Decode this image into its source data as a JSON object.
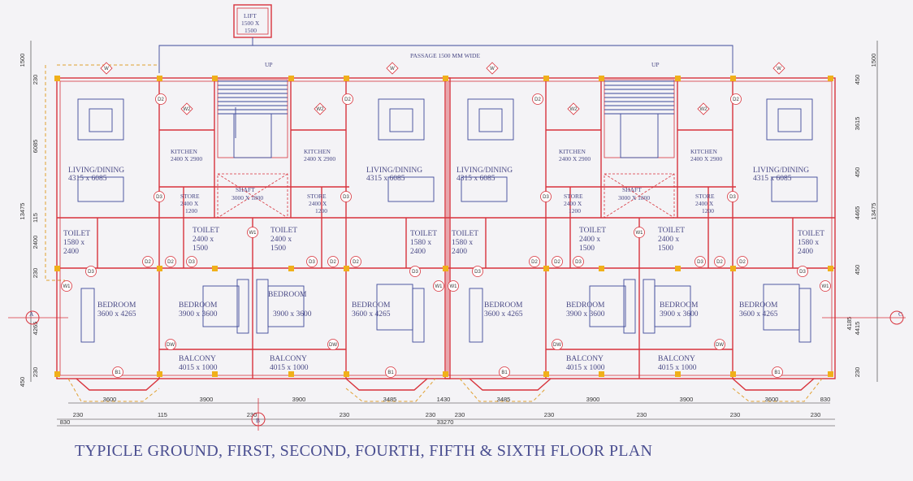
{
  "title": "TYPICLE GROUND, FIRST, SECOND, FOURTH, FIFTH & SIXTH   FLOOR PLAN",
  "lift": {
    "name": "LIFT",
    "size1": "1500 X",
    "size2": "1500"
  },
  "passage": "PASSAGE 1500 MM WIDE",
  "up": "UP",
  "shaft": {
    "name": "SHAFT",
    "size": "3000 X 1800"
  },
  "living": {
    "name": "LIVING/DINING",
    "size": "4315 x 6085"
  },
  "kitchen": {
    "name": "KITCHEN",
    "size": "2400 X 2900"
  },
  "store": {
    "name": "STORE",
    "size1": "2400 X",
    "size2": "1200"
  },
  "toilet_small": {
    "name": "TOILET",
    "size1": "1580 x",
    "size2": "2400"
  },
  "toilet_mid": {
    "name": "TOILET",
    "size1": "2400 x",
    "size2": "1500"
  },
  "bedroom_end": {
    "name": "BEDROOM",
    "size": "3600 x 4265"
  },
  "bedroom_mid": {
    "name": "BEDROOM",
    "size": "3900 x 3600"
  },
  "balcony": {
    "name": "BALCONY",
    "size": "4015 x 1000"
  },
  "tags": {
    "W": "W",
    "W1": "W1",
    "W2": "W2",
    "D2": "D2",
    "D3": "D3",
    "B1": "B1",
    "DW": "DW"
  },
  "section": {
    "a": "A",
    "b": "B",
    "c": "C"
  },
  "left_dims": [
    "1500",
    "230",
    "6085",
    "115",
    "2400",
    "230",
    "4265",
    "230",
    "450",
    "13475"
  ],
  "right_dims": [
    "1500",
    "450",
    "3615",
    "450",
    "4465",
    "450",
    "4185",
    "4415",
    "230",
    "13475"
  ],
  "bottom_row1": [
    "3600",
    "3900",
    "3900",
    "3485",
    "1430",
    "3485",
    "3900",
    "3900",
    "3600",
    "830"
  ],
  "bottom_row2": [
    "230",
    "115",
    "230",
    "230",
    "230",
    "230",
    "230",
    "230",
    "230",
    "230"
  ],
  "bottom_total": {
    "left": "830",
    "total": "33270"
  }
}
